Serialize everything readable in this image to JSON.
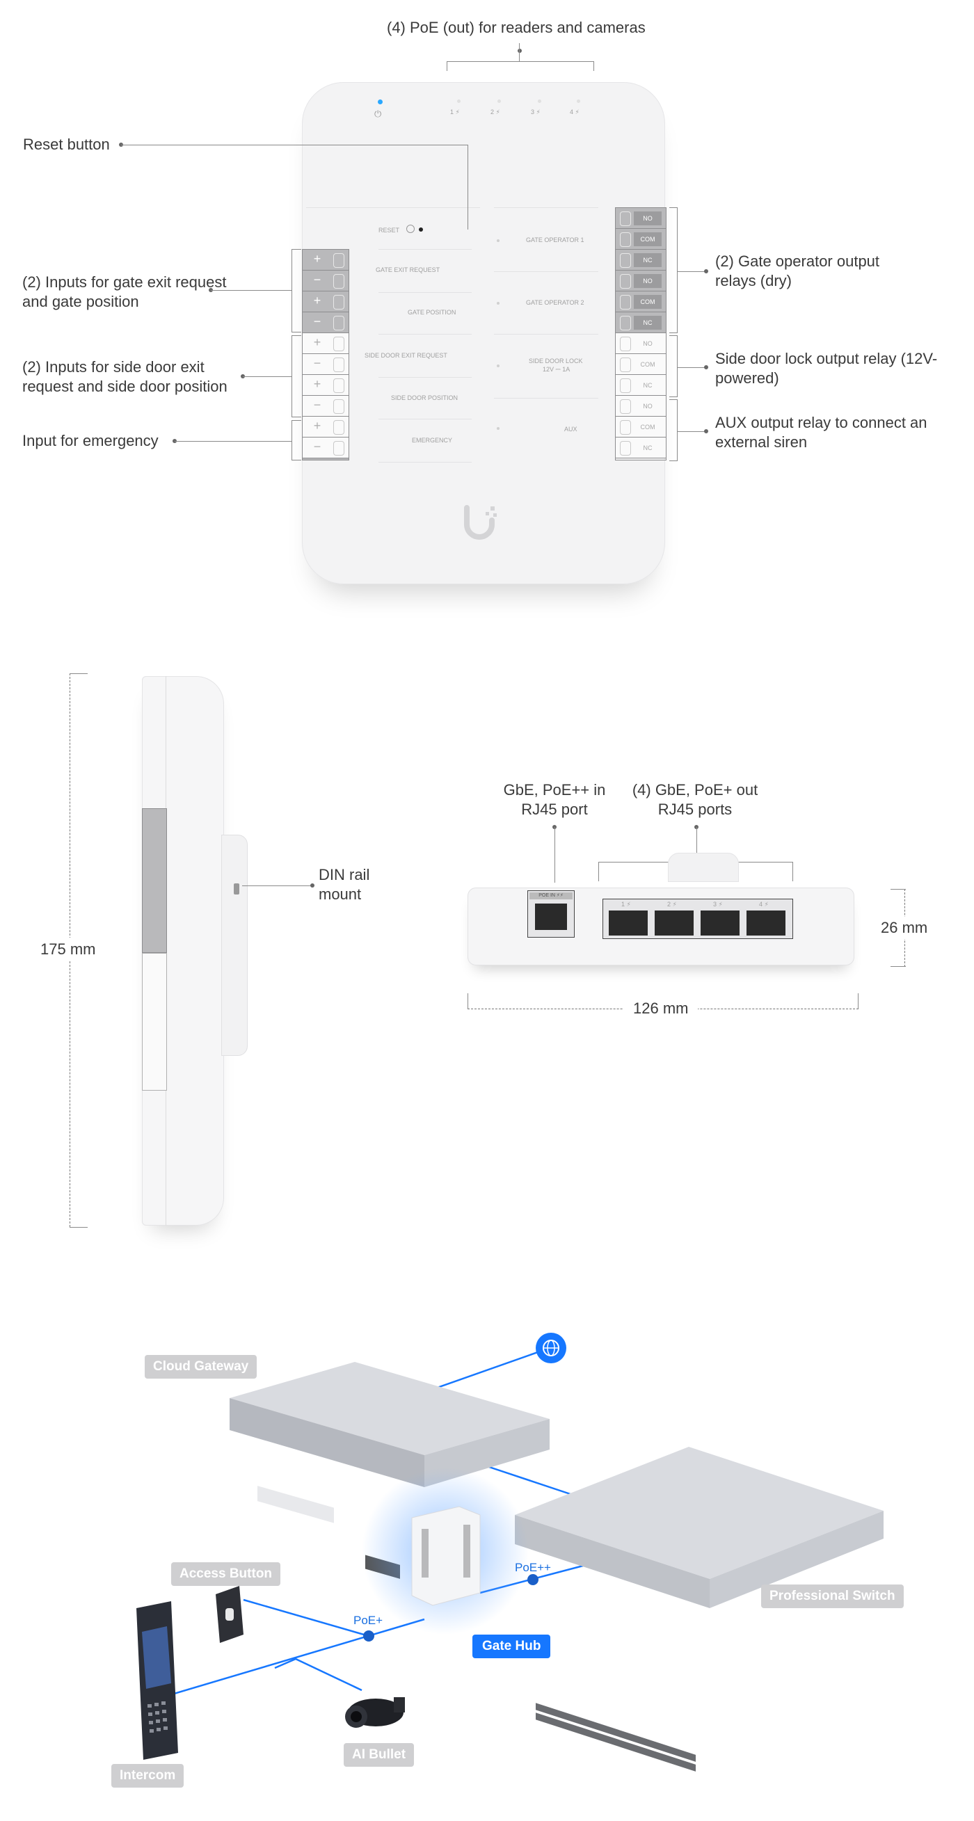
{
  "front_view": {
    "poe_out_label": "(4) PoE (out) for readers and cameras",
    "reset_label": "Reset button",
    "gate_inputs_label": "(2) Inputs for gate exit request and gate position",
    "side_door_inputs_label": "(2) Inputs for side door exit request and side door position",
    "emergency_label": "Input for emergency",
    "gate_relays_label": "(2) Gate operator output relays (dry)",
    "side_lock_label": "Side door lock output relay (12V-powered)",
    "aux_label": "AUX output relay to connect an external siren",
    "panel_labels": {
      "reset": "RESET",
      "gate_exit_request": "GATE EXIT REQUEST",
      "gate_position": "GATE POSITION",
      "side_door_exit_request": "SIDE DOOR EXIT REQUEST",
      "side_door_position": "SIDE DOOR POSITION",
      "emergency": "EMERGENCY",
      "gate_operator_1": "GATE OPERATOR 1",
      "gate_operator_2": "GATE OPERATOR 2",
      "side_door_lock": "SIDE DOOR LOCK",
      "side_door_lock_rating": "12V ⎓ 1A",
      "aux": "AUX"
    },
    "port_labels": [
      "1 ⚡",
      "2 ⚡",
      "3 ⚡",
      "4 ⚡"
    ],
    "left_terminal_symbols": [
      "+",
      "−",
      "+",
      "−",
      "+",
      "−",
      "+",
      "−",
      "+",
      "−"
    ],
    "right_terminal_codes": [
      "NO",
      "COM",
      "NC",
      "NO",
      "COM",
      "NC",
      "NO",
      "COM",
      "NC",
      "NO",
      "COM",
      "NC"
    ]
  },
  "side_view": {
    "height_label": "175 mm",
    "din_label": "DIN rail mount"
  },
  "bottom_view": {
    "poe_in_label": "GbE, PoE++ in RJ45 port",
    "poe_out_label": "(4) GbE, PoE+ out RJ45 ports",
    "width_label": "126 mm",
    "depth_label": "26 mm",
    "uplink_port_label": "POE IN ⚡⚡"
  },
  "topology": {
    "cloud_gateway": "Cloud Gateway",
    "professional_switch": "Professional Switch",
    "access_button": "Access Button",
    "gate_hub": "Gate Hub",
    "intercom": "Intercom",
    "ai_bullet": "AI Bullet",
    "poe_plus_plus": "PoE++",
    "poe_plus": "PoE+"
  },
  "colors": {
    "accent_blue": "#1677ff",
    "link_blue": "#1a6fe0",
    "status_led": "#2aa8ff",
    "tag_gray": "#cfcfd1",
    "terminal_gray": "#b9b9bb"
  }
}
